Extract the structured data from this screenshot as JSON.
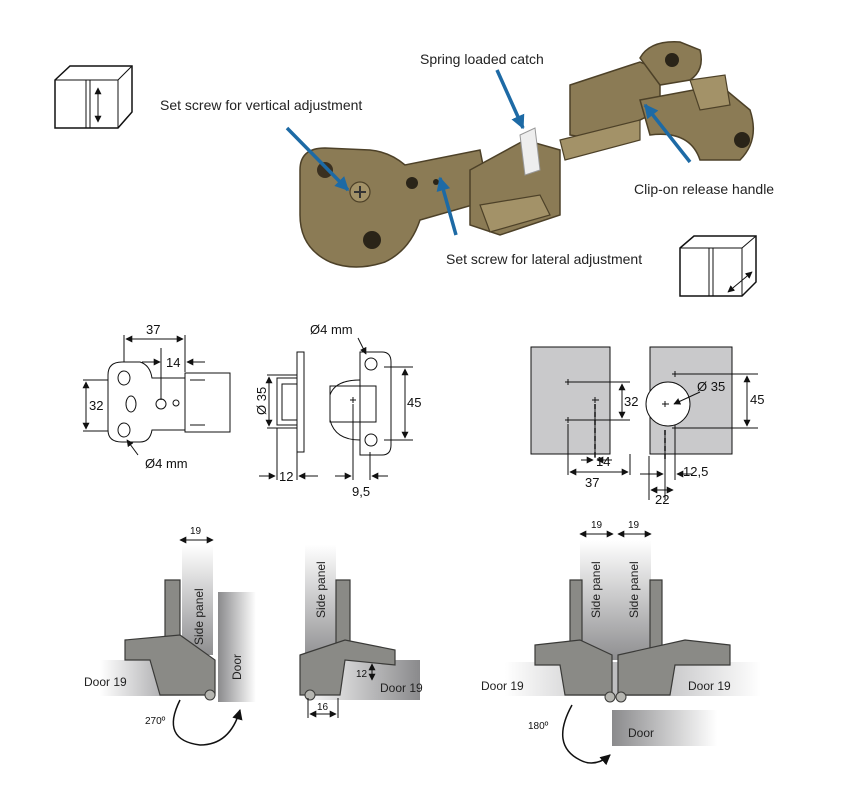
{
  "callouts": {
    "spring_catch": "Spring loaded catch",
    "vertical_screw": "Set screw for vertical adjustment",
    "release_handle": "Clip-on release handle",
    "lateral_screw": "Set screw for lateral adjustment"
  },
  "dimensions": {
    "plan": {
      "width": "37",
      "offset": "14",
      "hole_spacing": "32",
      "hole_dia": "Ø4 mm"
    },
    "cup": {
      "cup_dia": "Ø 35",
      "depth": "12",
      "hole_dia": "Ø4 mm",
      "hole_spacing": "45",
      "offset": "9,5"
    },
    "drilling": {
      "spacing_side": "32",
      "offset_14": "14",
      "offset_37": "37",
      "cup_dia": "Ø 35",
      "spacing_door": "45",
      "offset_12_5": "12,5",
      "offset_22": "22"
    }
  },
  "installs": {
    "left": {
      "panel_width": "19",
      "side_panel": "Side panel",
      "door_vertical": "Door",
      "door": "Door 19",
      "angle": "270º"
    },
    "middle": {
      "side_panel": "Side panel",
      "overlay": "12",
      "door": "Door 19",
      "offset": "16"
    },
    "right": {
      "panel_width_a": "19",
      "panel_width_b": "19",
      "side_panel_a": "Side panel",
      "side_panel_b": "Side panel",
      "door_left": "Door 19",
      "door_right": "Door 19",
      "angle": "180º",
      "door_open": "Door"
    }
  }
}
